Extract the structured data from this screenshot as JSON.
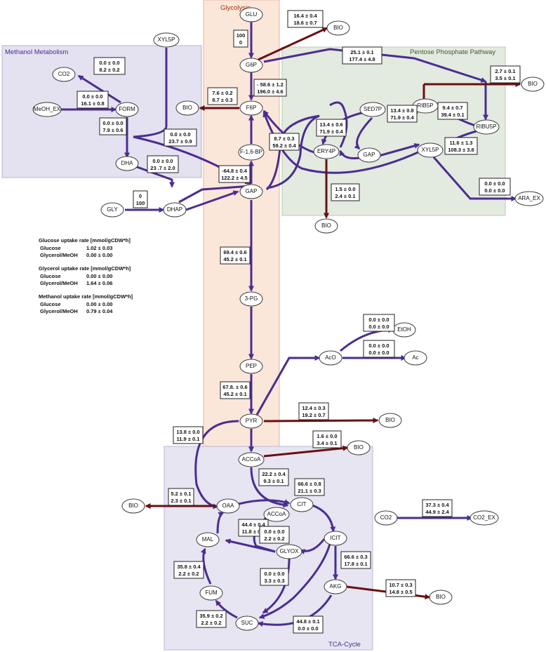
{
  "panels": {
    "glycolysis": "Glycolysis",
    "methanol": "Methanol Metabolism",
    "ppp": "Pentose Phosphate Pathway",
    "tca": "TCA-Cycle"
  },
  "colors": {
    "flux_arrow": "#4b2d91",
    "biomass_arrow": "#6a0f12",
    "methanol_bg": "#e4e1f0",
    "ppp_bg": "#e3eae0",
    "glycolysis_bg": "#fbe6da",
    "tca_bg": "#e7e5f1"
  },
  "nodes": {
    "glu": "GLU",
    "g6p": "G6P",
    "f6p": "F6P",
    "f16bp": "F-1,6-BP",
    "gap": "GAP",
    "pg3": "3-PG",
    "pep": "PEP",
    "pyr": "PYR",
    "accoa": "ACCoA",
    "cit": "CIT",
    "icit": "ICIT",
    "akg": "AKG",
    "suc": "SUC",
    "fum": "FUM",
    "mal": "MAL",
    "oaa": "OAA",
    "glyox": "GLYOX",
    "accoa2": "ACCoA",
    "xyl5p_m": "XYL5P",
    "co2_m": "CO2",
    "meoh_ex": "MeOH_EX",
    "form": "FORM",
    "dha": "DHA",
    "dhap": "DHAP",
    "gly": "GLY",
    "sed7p": "SED7P",
    "rib5p": "RIB5P",
    "ribu5p": "RIBU5P",
    "ery4p": "ERY4P",
    "gap_ppp": "GAP",
    "xyl5p": "XYL5P",
    "ara_ex": "ARA_EX",
    "aco": "AcO",
    "etoh": "EtOH",
    "ac": "Ac",
    "co2": "CO2",
    "co2_ex": "CO2_EX",
    "bio_g6p": "BIO",
    "bio_ppp": "BIO",
    "bio_f6p": "BIO",
    "bio_ery": "BIO",
    "bio_pyr": "BIO",
    "bio_accoa": "BIO",
    "bio_oaa": "BIO",
    "bio_akg": "BIO"
  },
  "fluxes": {
    "glu_g6p": [
      "100",
      "0"
    ],
    "g6p_bio": [
      "16.4 ± 0.4",
      "18.6 ± 0.7"
    ],
    "ppp_in": [
      "25.1 ± 0.1",
      "177.4 ± 4.8"
    ],
    "ppp_bio": [
      "2.7 ± 0.1",
      "3.5 ± 0.1"
    ],
    "g6p_f6p": [
      "- 58.6 ± 1.2",
      "196.0 ± 4.6"
    ],
    "f6p_bio": [
      "7.6 ± 0.2",
      "8.7 ± 0.3"
    ],
    "meoh_form": [
      "0.0 ± 0.0",
      "16.1 ± 0.8"
    ],
    "form_co2": [
      "0.0 ± 0.0",
      "8.2 ± 0.2"
    ],
    "form_dha": [
      "0.0 ± 0.0",
      "7.9 ± 0.6"
    ],
    "xyl_f6p": [
      "0.0 ± 0.0",
      "23.7 ± 0.9"
    ],
    "dha_dhap": [
      "0.0 ± 0.0",
      "23 .7 ± 2.0"
    ],
    "gly_dhap": [
      "0",
      "100"
    ],
    "f16bp_gap": [
      "-64.8 ± 0.4",
      "122.2 ± 4.5"
    ],
    "ery_f6p": [
      "8.7 ± 0.3",
      "59.2 ± 0.4"
    ],
    "tkt1": [
      "13.4 ± 0.6",
      "71.9 ± 0.4"
    ],
    "tal": [
      "13.4 ± 0.8",
      "71.9 ± 0.4"
    ],
    "rpi": [
      "9.4 ± 0.7",
      "39.4 ± 0.1"
    ],
    "rpe": [
      "11.6 ± 1.3",
      "108.3 ± 3.8"
    ],
    "ara": [
      "0.0 ± 0.0",
      "0.0 ± 0.0"
    ],
    "ery_bio": [
      "1.5 ± 0.0",
      "2.4 ± 0.1"
    ],
    "gap_3pg": [
      "69.4 ± 0.6",
      "45.2 ± 0.1"
    ],
    "pep_pyr": [
      "67.8. ± 0.6",
      "45.2 ± 0.1"
    ],
    "aco_etoh": [
      "0.0 ± 0.0",
      "0.0 ± 0.0"
    ],
    "aco_ac": [
      "0.0 ± 0.0",
      "0.0 ± 0.0"
    ],
    "pyr_bio": [
      "12.4 ± 0.3",
      "19.2 ± 0.7"
    ],
    "pyr_oaa": [
      "13.8 ± 0.0",
      "11.9 ± 0.1"
    ],
    "accoa_bio": [
      "1.6 ± 0.0",
      "3.4 ± 0.1"
    ],
    "accoa_cit": [
      "22.2 ± 0.4",
      "9.3 ± 0.1"
    ],
    "cit_icit": [
      "66.6 ± 0.8",
      "21.1 ± 0.3"
    ],
    "oaa_bio": [
      "5.2 ± 0.1",
      "2.3 ± 0.1"
    ],
    "mal_oaa": [
      "44.4 ± 0.4",
      "11.8 ± 0.2"
    ],
    "glyox_mal": [
      "0.0 ± 0.0",
      "2.2 ± 0.2"
    ],
    "icit_akg": [
      "66.6 ± 0.3",
      "17.8 ± 0.1"
    ],
    "icit_suc": [
      "0.0 ± 0.0",
      "3.3 ± 0.3"
    ],
    "fum_mal": [
      "35.8 ± 0.4",
      "2.2 ± 0.2"
    ],
    "suc_fum": [
      "35.9 ± 0.2",
      "2.2 ± 0.2"
    ],
    "akg_suc": [
      "44.8 ± 0.1",
      "0.0 ± 0.0"
    ],
    "akg_bio": [
      "10.7 ± 0.3",
      "14.8 ± 0.5"
    ],
    "co2_out": [
      "37.3 ± 0.4",
      "44.9 ± 2.4"
    ]
  },
  "uptake": [
    {
      "title": "Glucose uptake rate [mmol/gCDW*h]",
      "rows": [
        [
          "Glucose",
          "1.02 ± 0.03"
        ],
        [
          "Glycerol/MeOH",
          "0.00 ± 0.00"
        ]
      ]
    },
    {
      "title": "Glycerol uptake rate [mmol/gCDW*h]",
      "rows": [
        [
          "Glucose",
          "0.00 ± 0.00"
        ],
        [
          "Glycerol/MeOH",
          "1.64 ± 0.06"
        ]
      ]
    },
    {
      "title": "Methanol uptake rate [mmol/gCDW*h]",
      "rows": [
        [
          "Glucose",
          "0.00 ± 0.00"
        ],
        [
          "Glycerol/MeOH",
          "0.79 ± 0.04"
        ]
      ]
    }
  ]
}
